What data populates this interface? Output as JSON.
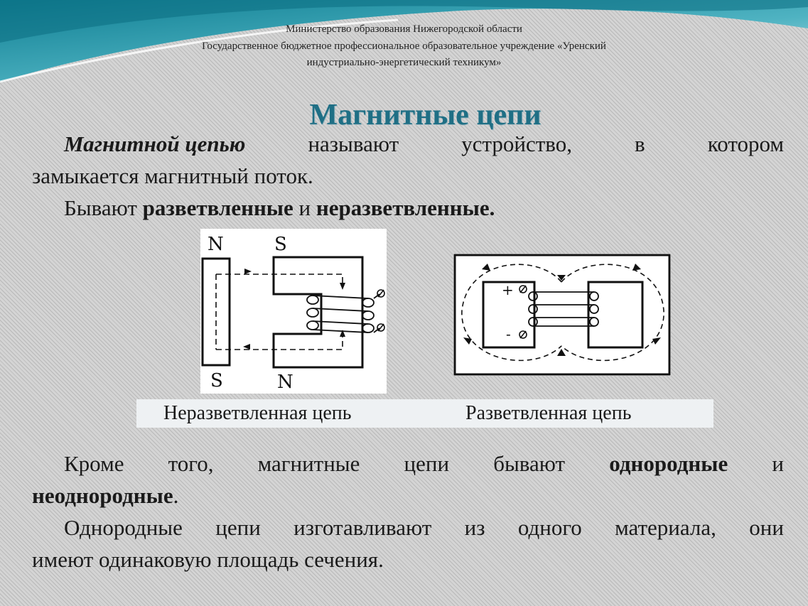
{
  "header": {
    "line1": "Министерство образования Нижегородской области",
    "line2": "Государственное бюджетное профессиональное образовательное учреждение «Уренский",
    "line3": "индустриально-энергетический техникум»"
  },
  "title": "Магнитные цепи",
  "definition": {
    "term": "Магнитной цепью",
    "words_line1": [
      "называют",
      "устройство,",
      "в",
      "котором"
    ],
    "line2": "замыкается магнитный поток."
  },
  "kinds": {
    "prefix": "Бывают",
    "branched": "разветвленные",
    "conj": "и",
    "unbranched": "неразветвленные."
  },
  "figures": {
    "left": {
      "pole_n_top": "N",
      "pole_s_top": "S",
      "pole_s_bottom": "S",
      "pole_n_bottom": "N"
    },
    "right": {
      "plus": "+",
      "minus": "-"
    }
  },
  "captions": {
    "unbranched": "Неразветвленная цепь",
    "branched": "Разветвленная цепь"
  },
  "homogeneity": {
    "words_line1": [
      "Кроме",
      "того,",
      "магнитные",
      "цепи",
      "бывают"
    ],
    "homogeneous": "однородные",
    "conj": "и",
    "heterogeneous": "неоднородные",
    "dot": "."
  },
  "homogeneous_def": {
    "words_line1": [
      "Однородные",
      "цепи",
      "изготавливают",
      "из",
      "одного",
      "материала,",
      "они"
    ],
    "line2": "имеют одинаковую площадь сечения."
  }
}
